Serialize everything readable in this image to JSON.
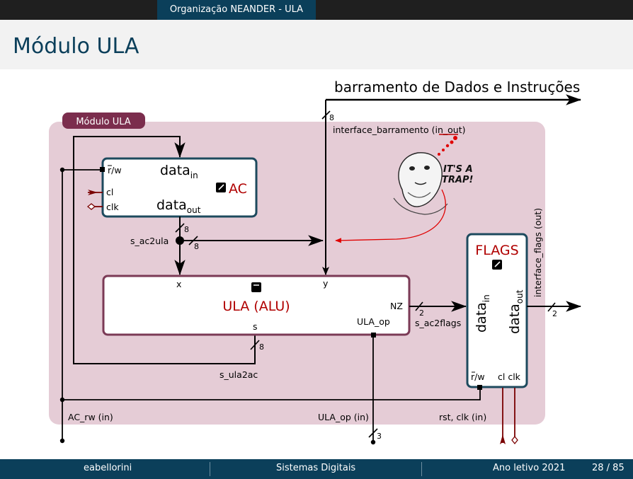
{
  "header": {
    "section_title": "Organização NEANDER - ULA"
  },
  "slide": {
    "title": "Módulo ULA"
  },
  "diagram": {
    "module_badge": "Módulo ULA",
    "bus_label": "barramento de Dados e Instruções",
    "bus_width": "8",
    "interface_bus": "interface_barramento (in_out)",
    "ac": {
      "data_in": "data",
      "data_in_sub": "in",
      "data_out": "data",
      "data_out_sub": "out",
      "name": "AC",
      "rw": "r/w",
      "rw_bar": "r",
      "cl": "cl",
      "clk": "clk"
    },
    "ula": {
      "name": "ULA (ALU)",
      "x": "x",
      "y": "y",
      "nz": "NZ",
      "s": "s",
      "op": "ULA_op"
    },
    "flags": {
      "name": "FLAGS",
      "data_in": "data",
      "data_in_sub": "in",
      "data_out": "data",
      "data_out_sub": "out",
      "rw": "r/w",
      "cl_clk": "cl clk"
    },
    "signals": {
      "s_ac2ula": "s_ac2ula",
      "s_ac2ula_w1": "8",
      "s_ac2ula_w2": "8",
      "s_ac2flags": "s_ac2flags",
      "s_ac2flags_w": "2",
      "s_ula2ac": "s_ula2ac",
      "s_ula2ac_w": "8",
      "interface_flags": "interface_flags (out)",
      "flags_out_w": "2",
      "ac_rw": "AC_rw (in)",
      "ula_op_in": "ULA_op (in)",
      "ula_op_w": "3",
      "rst_clk": "rst, clk (in)"
    },
    "trap_text_1": "IT'S A",
    "trap_text_2": "TRAP!"
  },
  "footer": {
    "author": "eabellorini",
    "course": "Sistemas Digitais",
    "year": "Ano letivo 2021",
    "page": "28 / 85"
  },
  "colors": {
    "navy": "#0b3f5a",
    "module_bg": "#e5ccd6",
    "badge": "#7b2d4d",
    "block_border_ac": "#1d4a5e",
    "block_border_ula": "#7b3a56",
    "red": "#b00000",
    "dark_red": "#7a0000"
  }
}
